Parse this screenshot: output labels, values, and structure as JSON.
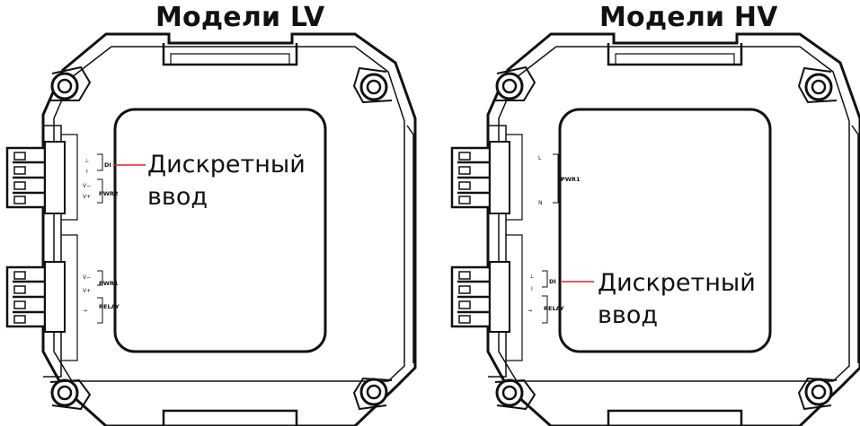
{
  "panels": [
    {
      "id": "lv",
      "title": "Модели LV",
      "callout": {
        "line1": "Дискретный",
        "line2": "ввод"
      },
      "connector_top": {
        "labels": [
          "⊥",
          "I",
          "V−",
          "V+"
        ],
        "groups": [
          "DI",
          "PWR2"
        ]
      },
      "connector_bottom": {
        "labels": [
          "V−",
          "V+",
          "→"
        ],
        "groups": [
          "PWR1",
          "RELAY"
        ]
      }
    },
    {
      "id": "hv",
      "title": "Модели HV",
      "callout": {
        "line1": "Дискретный",
        "line2": "ввод"
      },
      "connector_top": {
        "labels": [
          "L",
          "N"
        ],
        "groups": [
          "PWR1"
        ]
      },
      "connector_bottom": {
        "labels": [
          "⊥",
          "I",
          "→"
        ],
        "groups": [
          "DI",
          "RELAY"
        ]
      }
    }
  ],
  "colors": {
    "callout_line": "#e0202a",
    "outline": "#111111"
  }
}
